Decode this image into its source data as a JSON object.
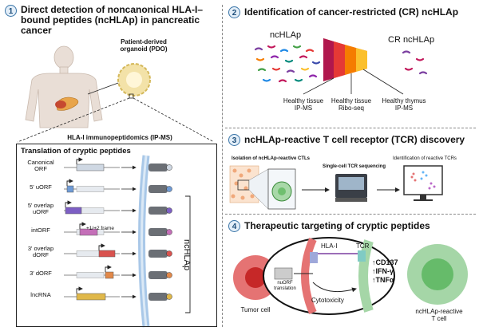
{
  "panel1": {
    "number": "1",
    "title_line1": "Direct detection of noncanonical HLA-I–",
    "title_line2": "bound peptides (ncHLAp) in pancreatic",
    "title_line3": "cancer",
    "pdo_label_line1": "Patient-derived",
    "pdo_label_line2": "organoid (PDO)",
    "ipms_label": "HLA-I immunopeptidomics (IP-MS)",
    "box_title": "Translation of cryptic peptides",
    "orf_rows": [
      {
        "label_line1": "Canonical",
        "label_line2": "ORF",
        "color": "#cfd8e3"
      },
      {
        "label_line1": "5' uORF",
        "label_line2": "",
        "color": "#6f9bd6"
      },
      {
        "label_line1": "5' overlap",
        "label_line2": "uORF",
        "color": "#7d5fc4"
      },
      {
        "label_line1": "intORF",
        "label_line2": "",
        "color": "#c46fb8"
      },
      {
        "label_line1": "3' overlap",
        "label_line2": "dORF",
        "color": "#d9534f"
      },
      {
        "label_line1": "3' dORF",
        "label_line2": "",
        "color": "#e2894a"
      },
      {
        "label_line1": "lncRNA",
        "label_line2": "",
        "color": "#e0b84a"
      }
    ],
    "frame_label": "+1/+2 frame",
    "nchlap_vertical": "ncHLAp"
  },
  "panel2": {
    "number": "2",
    "title": "Identification of cancer-restricted (CR) ncHLAp",
    "input_label": "ncHLAp",
    "output_label": "CR ncHLAp",
    "filters": [
      {
        "line1": "Healthy tissue",
        "line2": "IP-MS"
      },
      {
        "line1": "Healthy tissue",
        "line2": "Ribo-seq"
      },
      {
        "line1": "Healthy thymus",
        "line2": "IP-MS"
      }
    ],
    "funnel_colors": [
      "#c2185b",
      "#e53935",
      "#f57c00",
      "#fbc02d"
    ]
  },
  "panel3": {
    "number": "3",
    "title": "ncHLAp-reactive T cell receptor (TCR) discovery",
    "step1": "Isolation of ncHLAp-reactive CTLs",
    "step2": "Single-cell TCR sequencing",
    "step3": "Identification of reactive TCRs"
  },
  "panel4": {
    "number": "4",
    "title": "Therapeutic targeting of cryptic peptides",
    "hla_label": "HLA-I",
    "tcr_label": "TCR",
    "nuorf_line1": "nuORF",
    "nuorf_line2": "translation",
    "cytotoxicity": "Cytotoxicity",
    "markers": [
      "↑CD137",
      "↑IFN-γ",
      "↑TNFα"
    ],
    "tumor_label": "Tumor cell",
    "tcell_line1": "ncHLAp-reactive",
    "tcell_line2": "T cell"
  }
}
